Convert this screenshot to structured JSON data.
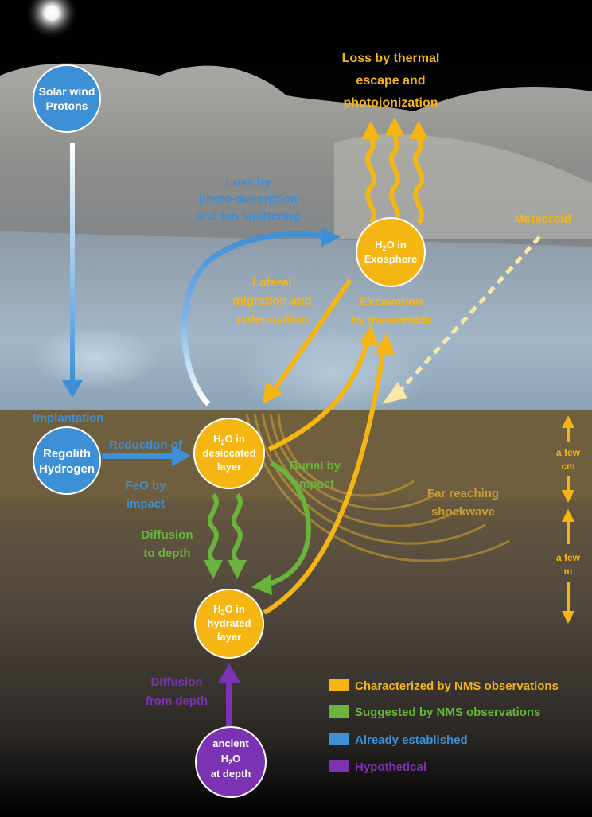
{
  "colors": {
    "characterized": "#f5b614",
    "suggested": "#6ab43e",
    "established": "#3d8fd6",
    "hypothetical": "#7b33b4"
  },
  "nodes": {
    "solar_wind": [
      "Solar wind",
      "Protons"
    ],
    "regolith": [
      "Regolith",
      "Hydrogen"
    ],
    "desiccated": {
      "pre": "H",
      "sub": "2",
      "post": "O in",
      "rest": [
        "desiccated",
        "layer"
      ]
    },
    "hydrated": {
      "pre": "H",
      "sub": "2",
      "post": "O in",
      "rest": [
        "hydrated",
        "layer"
      ]
    },
    "exosphere": {
      "pre": "H",
      "sub": "2",
      "post": "O in",
      "rest": [
        "Exosphere"
      ]
    },
    "ancient": {
      "top": "ancient",
      "pre": "H",
      "sub": "2",
      "post": "O",
      "rest": [
        "at depth"
      ]
    }
  },
  "labels": {
    "thermal_escape": [
      "Loss by thermal",
      "escape and",
      "photoionization"
    ],
    "photo_desorption": [
      "Loss by",
      "photo-desorption",
      "and ion sputtering"
    ],
    "meteoroid": "Meteoroid",
    "lateral": [
      "Lateral",
      "migration and",
      "redeposition"
    ],
    "excavation": [
      "Excavation",
      "by meteoroids"
    ],
    "implantation": "Implantation",
    "reduction_a": "Reduction of",
    "reduction_b": [
      "FeO by",
      "impact"
    ],
    "burial": [
      "Burial by",
      "impact"
    ],
    "shockwave": [
      "Far reaching",
      "shockwave"
    ],
    "diffusion_depth": [
      "Diffusion",
      "to depth"
    ],
    "diffusion_from": [
      "Diffusion",
      "from depth"
    ],
    "scale_cm": [
      "a few",
      "cm"
    ],
    "scale_m": [
      "a few",
      "m"
    ]
  },
  "legend": [
    {
      "label": "Characterized by NMS observations",
      "color": "#f5b614"
    },
    {
      "label": "Suggested by NMS observations",
      "color": "#6ab43e"
    },
    {
      "label": "Already established",
      "color": "#3d8fd6"
    },
    {
      "label": "Hypothetical",
      "color": "#7b33b4"
    }
  ]
}
